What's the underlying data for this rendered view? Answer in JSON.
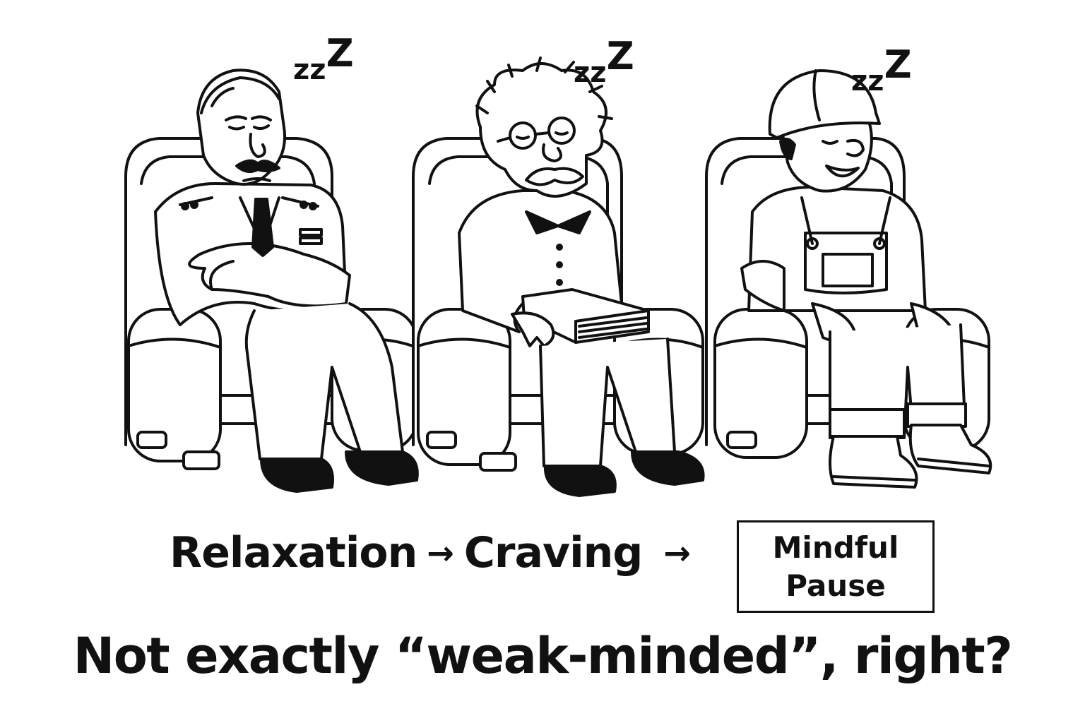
{
  "characters": [
    {
      "id": "general",
      "sleep_text": "z",
      "sleep_text_big": "Z"
    },
    {
      "id": "scientist",
      "sleep_text": "z",
      "sleep_text_big": "Z"
    },
    {
      "id": "worker",
      "sleep_text": "z",
      "sleep_text_big": "Z"
    }
  ],
  "flow": {
    "step1": "Relaxation",
    "step2": "Craving",
    "arrow": "→",
    "box_line1": "Mindful",
    "box_line2": "Pause"
  },
  "caption": "Not exactly “weak-minded”, right?"
}
